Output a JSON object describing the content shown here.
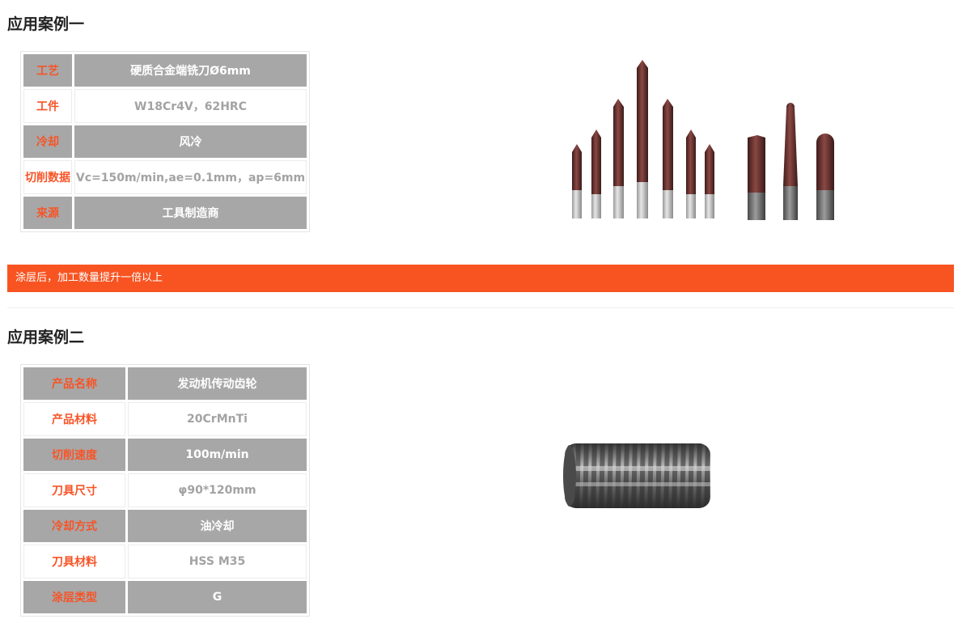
{
  "case1": {
    "title": "应用案例一",
    "rows": [
      {
        "label": "工艺",
        "value": "硬质合金端铣刀Ø6mm"
      },
      {
        "label": "工件",
        "value": "W18Cr4V，62HRC"
      },
      {
        "label": "冷却",
        "value": "风冷"
      },
      {
        "label": "切削数据",
        "value": "Vc=150m/min,ae=0.1mm，ap=6mm"
      },
      {
        "label": "来源",
        "value": "工具制造商"
      }
    ],
    "result": "涂层后，加工数量提升一倍以上"
  },
  "case2": {
    "title": "应用案例二",
    "rows": [
      {
        "label": "产品名称",
        "value": "发动机传动齿轮"
      },
      {
        "label": "产品材料",
        "value": "20CrMnTi"
      },
      {
        "label": "切削速度",
        "value": "100m/min"
      },
      {
        "label": "刀具尺寸",
        "value": "φ90*120mm"
      },
      {
        "label": "冷却方式",
        "value": "油冷却"
      },
      {
        "label": "刀具材料",
        "value": "HSS M35"
      },
      {
        "label": "涂层类型",
        "value": "G"
      }
    ]
  },
  "colors": {
    "accent": "#f75427",
    "banner": "#f75422",
    "dark_row": "#a7a7a7",
    "tool_coating": "#6b3532",
    "hob_steel": "#5d5d5d"
  }
}
